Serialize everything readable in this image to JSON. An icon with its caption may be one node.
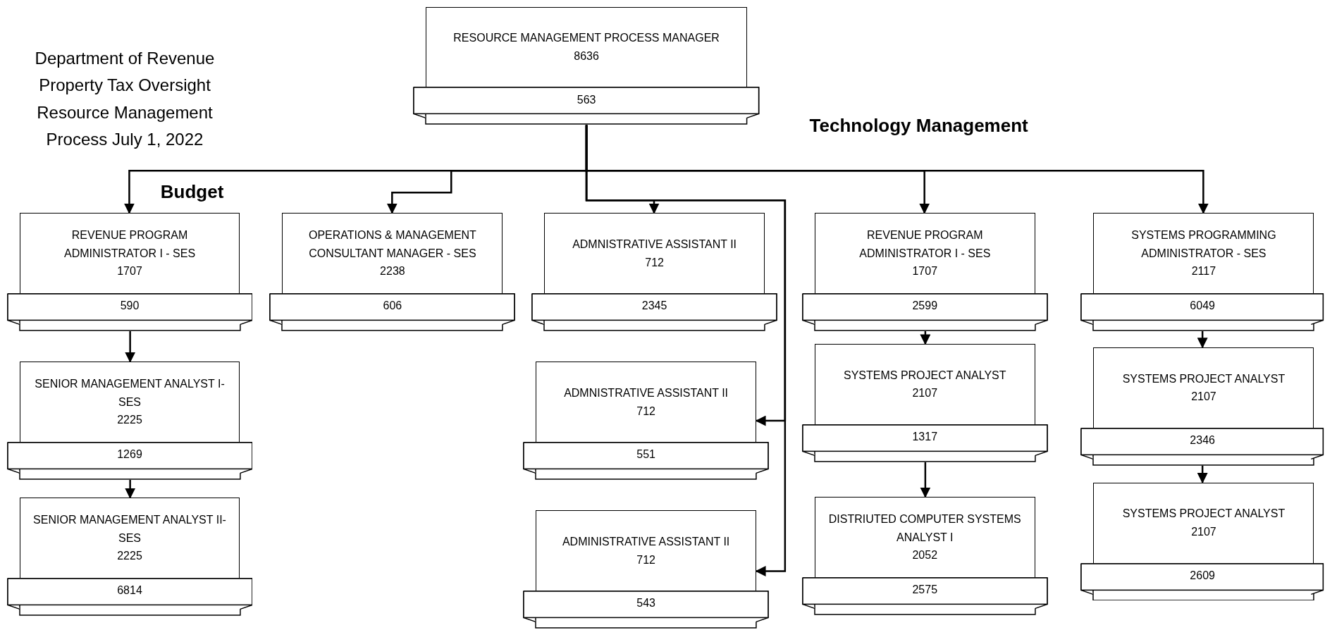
{
  "diagram": {
    "title": "Department of Revenue Property Tax Oversight Resource Management Process July 1, 2022",
    "nodes": [
      {
        "text": [
          "RESOURCE MANAGEMENT PROCESS MANAGER",
          "8636"
        ]
      },
      {
        "text": [
          "563"
        ]
      },
      {
        "text": [
          "REVENUE PROGRAM ADMINISTRATOR I - SES",
          "1707"
        ]
      },
      {
        "text": [
          "590"
        ]
      },
      {
        "text": [
          "SENIOR MANAGEMENT ANALYST I-SES",
          "2225"
        ]
      },
      {
        "text": [
          "1269"
        ]
      },
      {
        "text": [
          "SENIOR MANAGEMENT ANALYST II-SES",
          "2225"
        ]
      },
      {
        "text": [
          "6814"
        ]
      },
      {
        "text": [
          "OPERATIONS & MANAGEMENT CONSULTANT MANAGER - SES",
          "2238"
        ]
      },
      {
        "text": [
          "606"
        ]
      },
      {
        "text": [
          "ADMNISTRATIVE ASSISTANT II",
          "712"
        ]
      },
      {
        "text": [
          "2345"
        ]
      },
      {
        "text": [
          "ADMNISTRATIVE ASSISTANT II",
          "712"
        ]
      },
      {
        "text": [
          "551"
        ]
      },
      {
        "text": [
          "ADMINISTRATIVE ASSISTANT II",
          "712"
        ]
      },
      {
        "text": [
          "543"
        ]
      },
      {
        "text": [
          "REVENUE PROGRAM ADMINISTRATOR I - SES",
          "1707"
        ]
      },
      {
        "text": [
          "2599"
        ]
      },
      {
        "text": [
          "SYSTEMS PROJECT ANALYST",
          "2107"
        ]
      },
      {
        "text": [
          "1317"
        ]
      },
      {
        "text": [
          "DISTRIUTED COMPUTER SYSTEMS ANALYST I",
          "2052"
        ]
      },
      {
        "text": [
          "2575"
        ]
      },
      {
        "text": [
          "SYSTEMS PROGRAMMING ADMINISTRATOR - SES",
          "2117"
        ]
      },
      {
        "text": [
          "6049"
        ]
      },
      {
        "text": [
          "SYSTEMS PROJECT ANALYST",
          "2107"
        ]
      },
      {
        "text": [
          "2346"
        ]
      },
      {
        "text": [
          "SYSTEMS PROJECT ANALYST",
          "2107"
        ]
      },
      {
        "text": [
          "2609"
        ]
      }
    ],
    "edges": [
      {
        "from": 1,
        "to": 2,
        "arrow": "to"
      },
      {
        "from": 1,
        "to": 8,
        "arrow": "to"
      },
      {
        "from": 1,
        "to": 10,
        "arrow": "to"
      },
      {
        "from": 1,
        "to": 12,
        "arrow": "to"
      },
      {
        "from": 1,
        "to": 14,
        "arrow": "to"
      },
      {
        "from": 1,
        "to": 16,
        "arrow": "to"
      },
      {
        "from": 1,
        "to": 22,
        "arrow": "to"
      },
      {
        "from": 3,
        "to": 4,
        "arrow": "to"
      },
      {
        "from": 5,
        "to": 6,
        "arrow": "to"
      },
      {
        "from": 17,
        "to": 18,
        "arrow": "to"
      },
      {
        "from": 19,
        "to": 20,
        "arrow": "to"
      },
      {
        "from": 23,
        "to": 24,
        "arrow": "to"
      },
      {
        "from": 25,
        "to": 26,
        "arrow": "to"
      }
    ],
    "labels": [
      "Technology Management",
      "Budget"
    ]
  }
}
